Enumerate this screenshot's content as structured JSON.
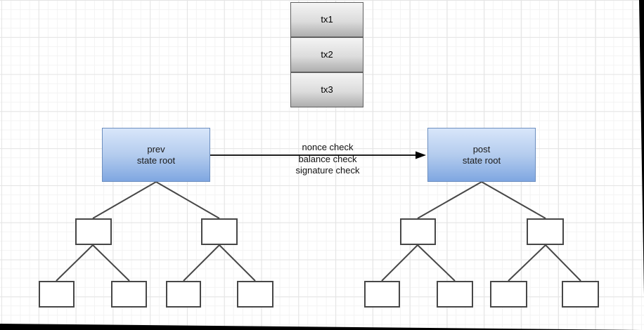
{
  "diagram": {
    "transactions": [
      "tx1",
      "tx2",
      "tx3"
    ],
    "prev_state_root_label": "prev\nstate root",
    "post_state_root_label": "post\nstate root",
    "transition_checks_label": "nonce check\nbalance check\nsignature check"
  },
  "colors": {
    "state_root_fill_top": "#dae8fc",
    "state_root_fill_bottom": "#7ea6e0",
    "state_root_stroke": "#6c8ebf",
    "tx_fill_top": "#f5f5f5",
    "tx_fill_bottom": "#b3b3b3",
    "tx_stroke": "#666666",
    "tree_node_stroke": "#474747",
    "arrow_color": "#000000",
    "grid_minor": "#f3f3f3",
    "grid_major": "#e4e4e4",
    "background": "#ffffff"
  }
}
